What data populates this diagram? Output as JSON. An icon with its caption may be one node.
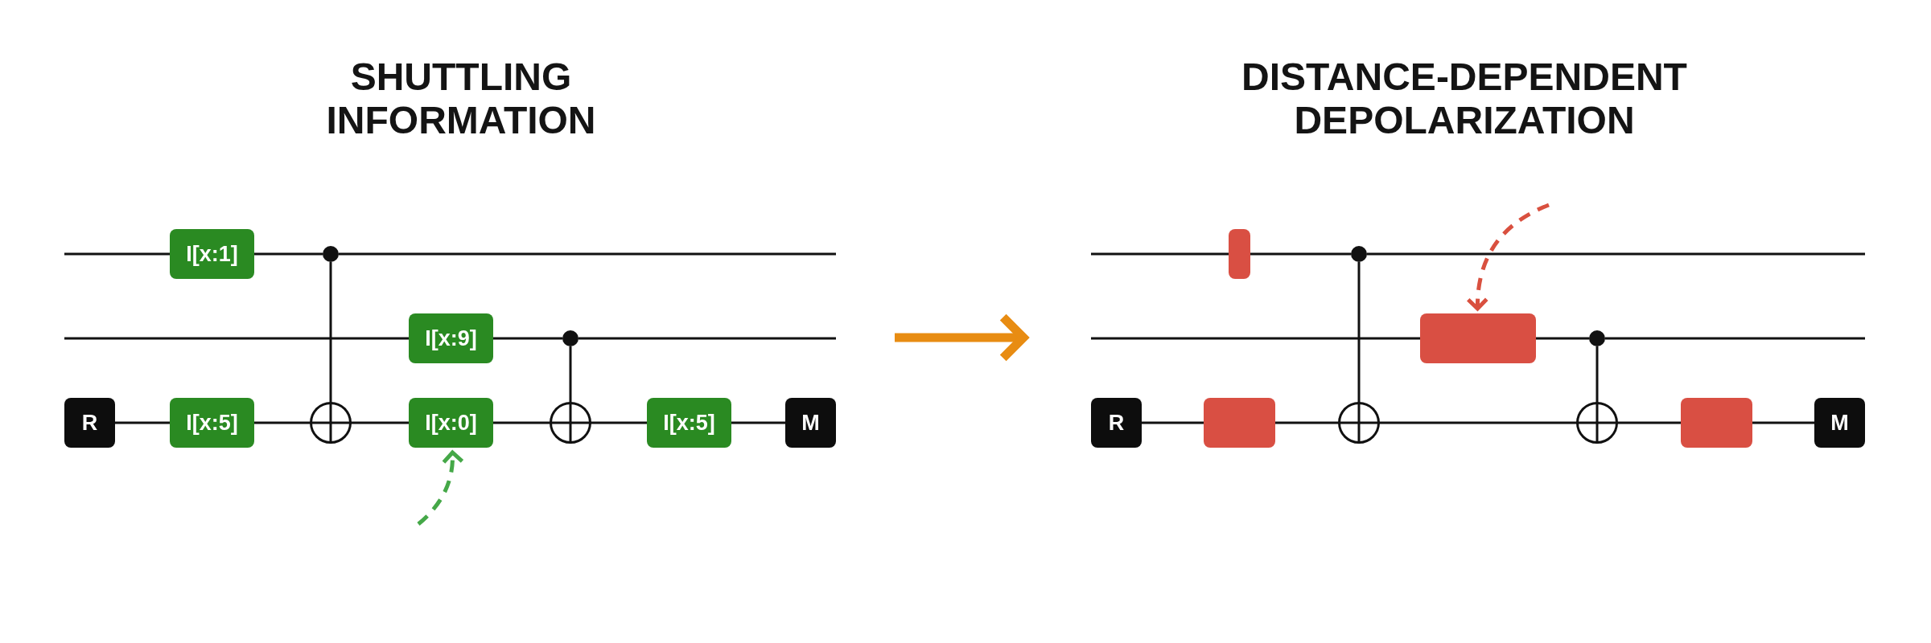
{
  "diagram": {
    "nodes": [
      {
        "text": [
          "SHUTTLING INFORMATION"
        ]
      },
      {
        "text": [
          "I[x:1]"
        ],
        "in": 0
      },
      {
        "text": [],
        "shape": "circle",
        "in": 0
      },
      {
        "text": [
          "I[x:9]"
        ],
        "in": 0
      },
      {
        "text": [],
        "shape": "circle",
        "in": 0
      },
      {
        "text": [
          "R"
        ],
        "in": 0
      },
      {
        "text": [
          "I[x:5]"
        ],
        "in": 0
      },
      {
        "text": [],
        "shape": "circle",
        "in": 0
      },
      {
        "text": [
          "I[x:0]"
        ],
        "in": 0
      },
      {
        "text": [],
        "shape": "circle",
        "in": 0
      },
      {
        "text": [
          "I[x:5]"
        ],
        "in": 0
      },
      {
        "text": [
          "M"
        ],
        "in": 0
      },
      {
        "text": [
          "DISTANCE-DEPENDENT DEPOLARIZATION"
        ]
      },
      {
        "text": [],
        "shape": "box",
        "in": 12
      },
      {
        "text": [],
        "shape": "circle",
        "in": 12
      },
      {
        "text": [],
        "shape": "box",
        "in": 12
      },
      {
        "text": [],
        "shape": "circle",
        "in": 12
      },
      {
        "text": [
          "R"
        ],
        "in": 12
      },
      {
        "text": [],
        "shape": "box",
        "in": 12
      },
      {
        "text": [],
        "shape": "circle",
        "in": 12
      },
      {
        "text": [],
        "shape": "circle",
        "in": 12
      },
      {
        "text": [],
        "shape": "box",
        "in": 12
      },
      {
        "text": [
          "M"
        ],
        "in": 12
      }
    ],
    "edges": [
      {
        "from": null,
        "to": 1,
        "arrow": "none"
      },
      {
        "from": 1,
        "to": 2,
        "arrow": "none"
      },
      {
        "from": 2,
        "to": null,
        "arrow": "none"
      },
      {
        "from": null,
        "to": 3,
        "arrow": "none"
      },
      {
        "from": 3,
        "to": 4,
        "arrow": "none"
      },
      {
        "from": 4,
        "to": null,
        "arrow": "none"
      },
      {
        "from": 5,
        "to": 6,
        "arrow": "none"
      },
      {
        "from": 6,
        "to": 7,
        "arrow": "none"
      },
      {
        "from": 7,
        "to": 8,
        "arrow": "none"
      },
      {
        "from": 8,
        "to": 9,
        "arrow": "none"
      },
      {
        "from": 9,
        "to": 10,
        "arrow": "none"
      },
      {
        "from": 10,
        "to": 11,
        "arrow": "none"
      },
      {
        "from": 2,
        "to": 7,
        "arrow": "none"
      },
      {
        "from": 4,
        "to": 9,
        "arrow": "none"
      },
      {
        "from": null,
        "to": 8,
        "arrow": "to",
        "style": "dashed",
        "color": "#45a848"
      },
      {
        "from": 0,
        "to": 12,
        "arrow": "to",
        "style": "thick",
        "color": "#e88c12"
      },
      {
        "from": null,
        "to": 13,
        "arrow": "none"
      },
      {
        "from": 13,
        "to": 14,
        "arrow": "none"
      },
      {
        "from": 14,
        "to": null,
        "arrow": "none"
      },
      {
        "from": null,
        "to": 15,
        "arrow": "none"
      },
      {
        "from": 15,
        "to": 16,
        "arrow": "none"
      },
      {
        "from": 16,
        "to": null,
        "arrow": "none"
      },
      {
        "from": 17,
        "to": 18,
        "arrow": "none"
      },
      {
        "from": 18,
        "to": 19,
        "arrow": "none"
      },
      {
        "from": 19,
        "to": 20,
        "arrow": "none"
      },
      {
        "from": 20,
        "to": 21,
        "arrow": "none"
      },
      {
        "from": 21,
        "to": 22,
        "arrow": "none"
      },
      {
        "from": 14,
        "to": 19,
        "arrow": "none"
      },
      {
        "from": 16,
        "to": 20,
        "arrow": "none"
      },
      {
        "from": null,
        "to": 15,
        "arrow": "to",
        "style": "dashed",
        "color": "#d9503f"
      }
    ]
  }
}
